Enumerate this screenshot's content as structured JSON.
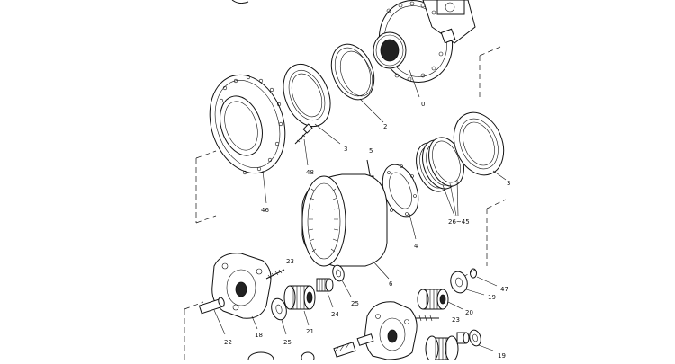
{
  "diagram": {
    "labels": {
      "motor": "0",
      "seal_ring": "2",
      "bearing_upper": "3",
      "bearing_right": "3",
      "bolt": "5",
      "shim": "4",
      "hub": "46",
      "hub_bolt": "48",
      "ring_gear": "6",
      "shim_set": "26~45",
      "pin_23a": "23",
      "pin_23b": "23",
      "carrier_upper": "18",
      "shaft_pin": "22",
      "washer_25a": "25",
      "washer_25b": "25",
      "planet_gear_a": "21",
      "needle_bearing": "24",
      "washer_19a": "19",
      "washer_19b": "19",
      "snap_ring": "47",
      "planet_gear_b": "20"
    }
  }
}
